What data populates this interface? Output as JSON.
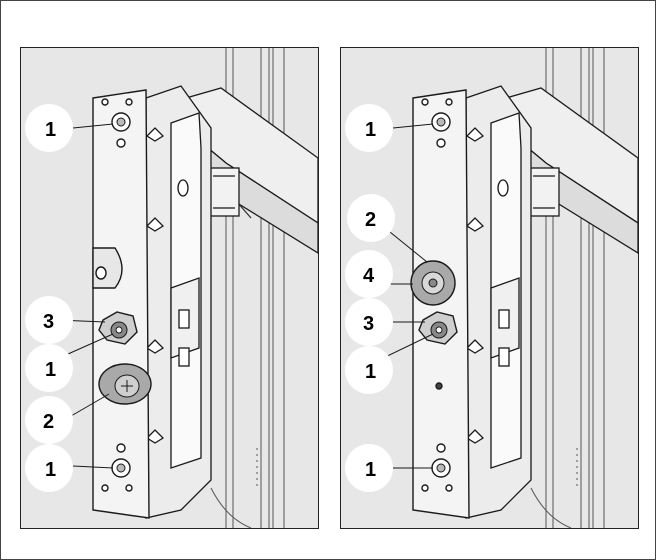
{
  "figure": {
    "panels": [
      {
        "id": "left",
        "callouts": [
          {
            "label": "1",
            "part": "screw-top"
          },
          {
            "label": "3",
            "part": "hex-adjuster"
          },
          {
            "label": "1",
            "part": "screw-adjuster"
          },
          {
            "label": "2",
            "part": "cover-cap"
          },
          {
            "label": "1",
            "part": "screw-bottom"
          }
        ]
      },
      {
        "id": "right",
        "callouts": [
          {
            "label": "1",
            "part": "screw-top"
          },
          {
            "label": "2",
            "part": "cover-cap"
          },
          {
            "label": "4",
            "part": "grommet"
          },
          {
            "label": "3",
            "part": "hex-adjuster"
          },
          {
            "label": "1",
            "part": "screw-adjuster"
          },
          {
            "label": "1",
            "part": "screw-bottom"
          }
        ]
      }
    ]
  },
  "colors": {
    "panel_background": "#e7e7e7",
    "metal_plate": "#f4f4f4",
    "outline": "#1a1a1a",
    "label_disc": "#ffffff",
    "cap_gray": "#a9a9a9"
  }
}
